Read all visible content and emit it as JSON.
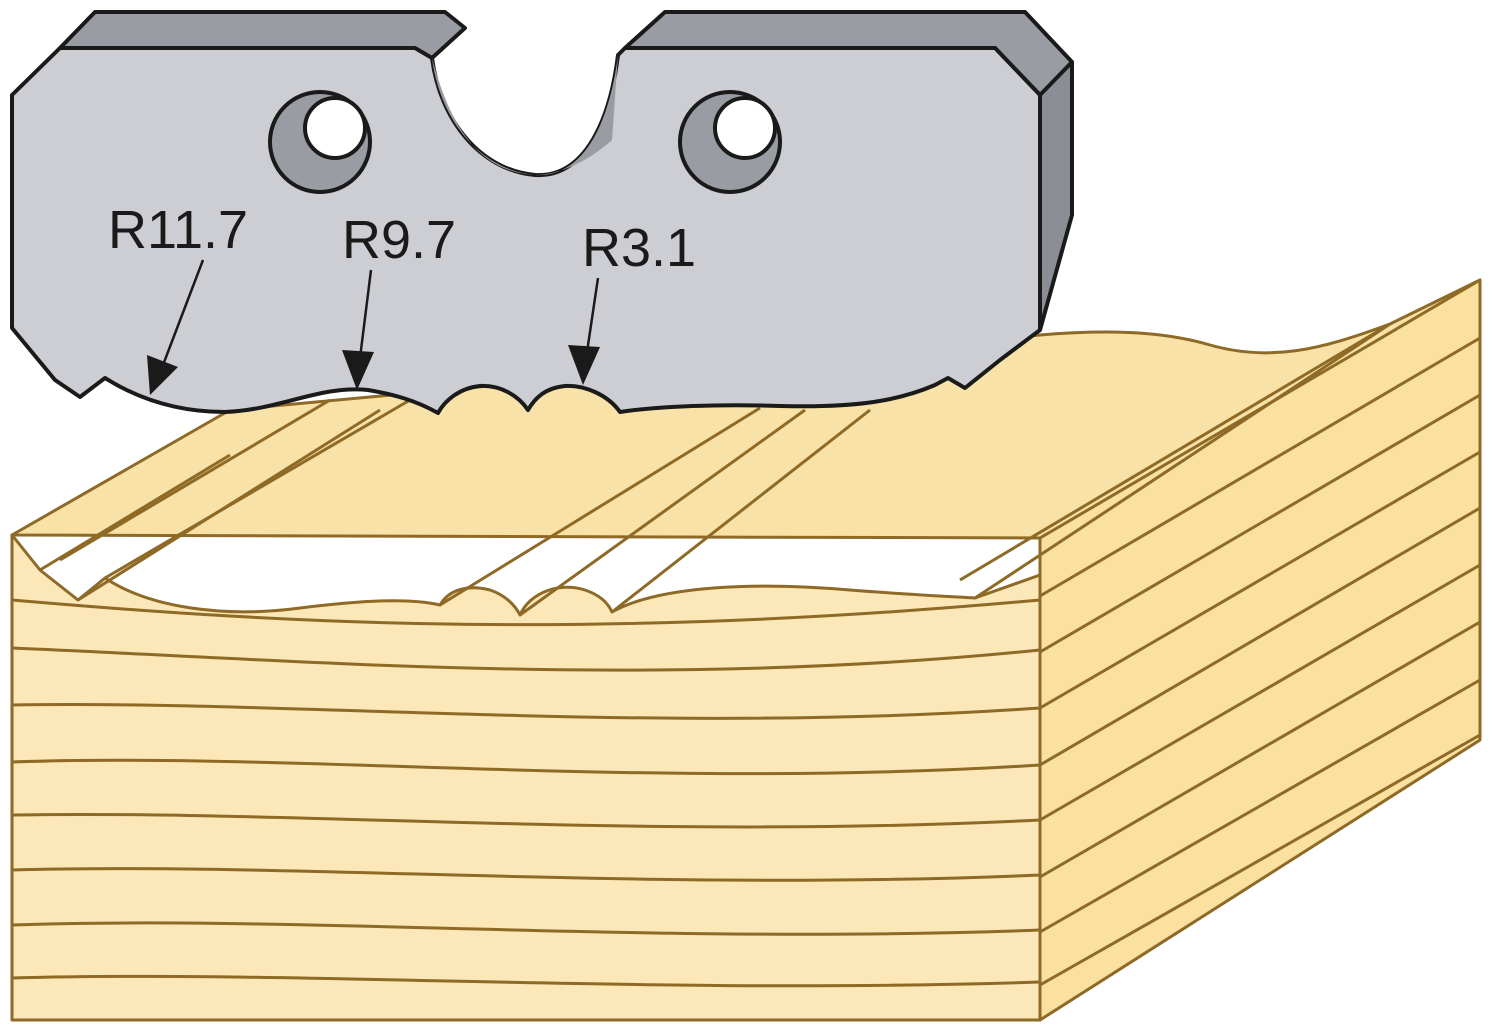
{
  "labels": {
    "radius_1": "R11.7",
    "radius_2": "R9.7",
    "radius_3": "R3.1"
  },
  "colors": {
    "blade_face": "#cdced3",
    "blade_side": "#8c8e96",
    "blade_dark": "#9a9ca3",
    "wood_top": "#f8e2a8",
    "wood_front": "#fbe7b8",
    "wood_side": "#fae1a0",
    "wood_line": "#8e6a26",
    "outline": "#1a1a1a"
  },
  "icons": {
    "blade": "profile-knife-icon",
    "workpiece": "wood-block-icon"
  }
}
